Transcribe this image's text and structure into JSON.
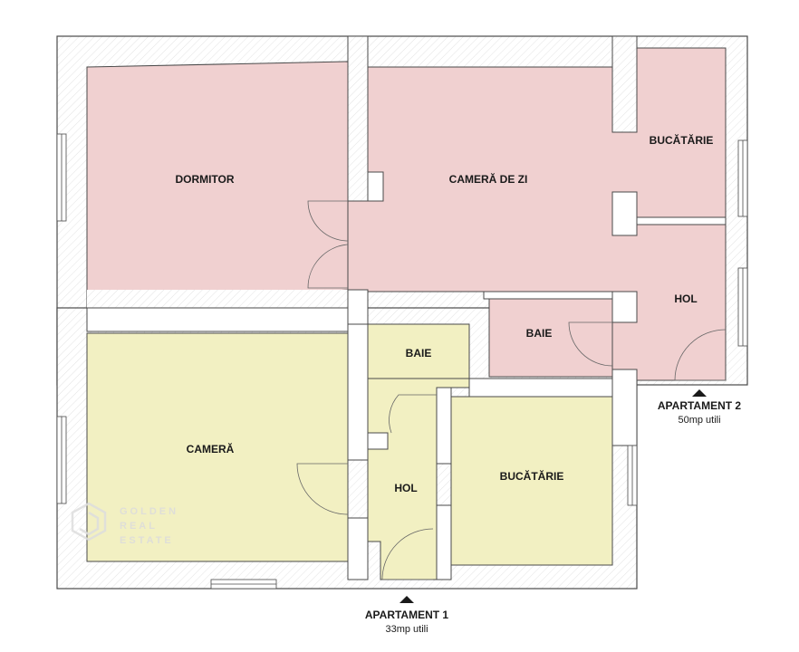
{
  "rooms": {
    "dormitor": "DORMITOR",
    "camera_de_zi": "CAMERĂ DE ZI",
    "bucatarie_ap2": "BUCĂTĂRIE",
    "hol_ap2": "HOL",
    "baie_ap2": "BAIE",
    "baie_ap1": "BAIE",
    "camera": "CAMERĂ",
    "hol_ap1": "HOL",
    "bucatarie_ap1": "BUCĂTĂRIE"
  },
  "apartments": {
    "ap1": {
      "name": "APARTAMENT 1",
      "area": "33mp utili"
    },
    "ap2": {
      "name": "APARTAMENT 2",
      "area": "50mp utili"
    }
  },
  "watermark": {
    "line1": "GOLDEN",
    "line2": "REAL",
    "line3": "ESTATE"
  },
  "colors": {
    "ap1_fill": "#f2f0c2",
    "ap2_fill": "#f0d0d0",
    "wall": "#ffffff",
    "wall_stroke": "#4a4a4a"
  }
}
